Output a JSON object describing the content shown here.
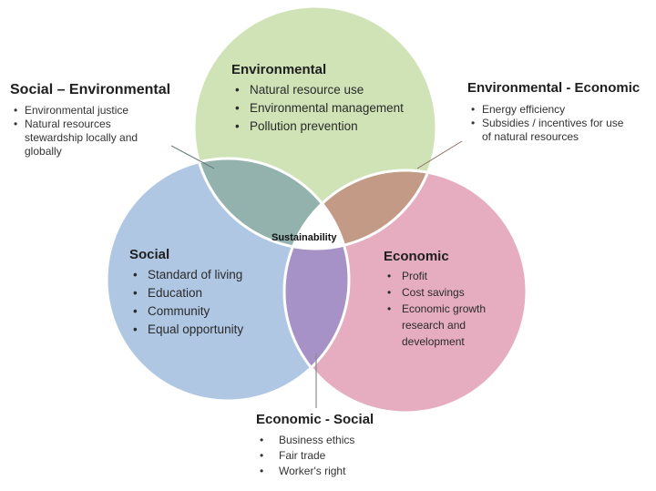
{
  "colors": {
    "environmental": "#cfe3b6",
    "social": "#b0c7e3",
    "economic": "#e5adbf",
    "social_environmental": "#93b2ae",
    "environmental_economic": "#c39a86",
    "economic_social": "#a692c6",
    "sustainability": "#ffffff"
  },
  "environmental": {
    "title": "Environmental",
    "items": [
      "Natural resource use",
      "Environmental management",
      "Pollution prevention"
    ]
  },
  "social": {
    "title": "Social",
    "items": [
      "Standard of living",
      "Education",
      "Community",
      "Equal opportunity"
    ]
  },
  "economic": {
    "title": "Economic",
    "items": [
      "Profit",
      "Cost savings",
      "Economic growth research and development"
    ]
  },
  "social_environmental": {
    "title": "Social – Environmental",
    "items": [
      "Environmental justice",
      "Natural resources stewardship locally  and globally"
    ]
  },
  "environmental_economic": {
    "title": "Environmental - Economic",
    "items": [
      "Energy efficiency",
      "Subsidies / incentives for use of natural resources"
    ]
  },
  "economic_social": {
    "title": "Economic - Social",
    "items": [
      "Business ethics",
      "Fair trade",
      "Worker's right"
    ]
  },
  "center": {
    "label": "Sustainability"
  }
}
